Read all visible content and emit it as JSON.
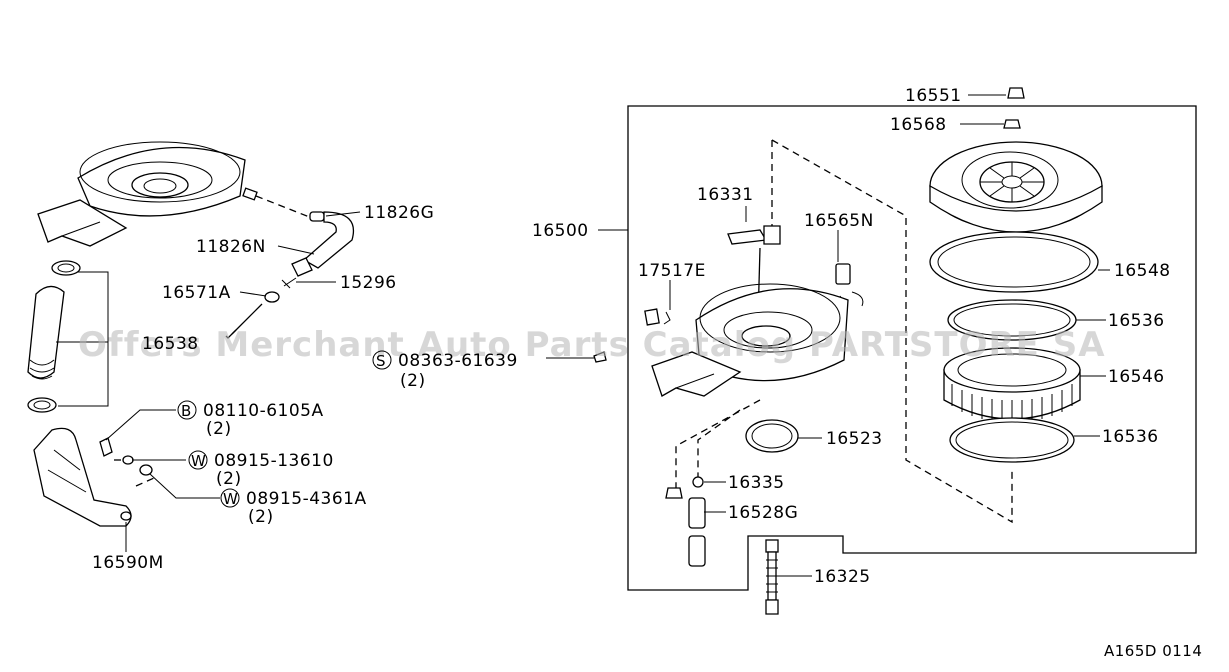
{
  "labels": {
    "p16551": "16551",
    "p16568": "16568",
    "p16331": "16331",
    "p16565N": "16565N",
    "p16500": "16500",
    "p16548": "16548",
    "p17517E": "17517E",
    "p16536a": "16536",
    "p16546": "16546",
    "p16536b": "16536",
    "p16523": "16523",
    "p16335": "16335",
    "p16528G": "16528G",
    "p16325": "16325",
    "p11826G": "11826G",
    "p11826N": "11826N",
    "p16571A": "16571A",
    "p15296": "15296",
    "p16538": "16538",
    "s08363": "08363-61639",
    "s08363_qty": "(2)",
    "b08110": "08110-6105A",
    "b08110_qty": "(2)",
    "w08915a": "08915-13610",
    "w08915a_qty": "(2)",
    "w08915b": "08915-4361A",
    "w08915b_qty": "(2)",
    "p16590M": "16590M"
  },
  "symbols": {
    "s": "S",
    "b": "B",
    "w1": "W",
    "w2": "W"
  },
  "watermark": "Offers Merchant Auto Parts Catalog PARTSTORE SA",
  "diagram_code": "A165D 0114"
}
